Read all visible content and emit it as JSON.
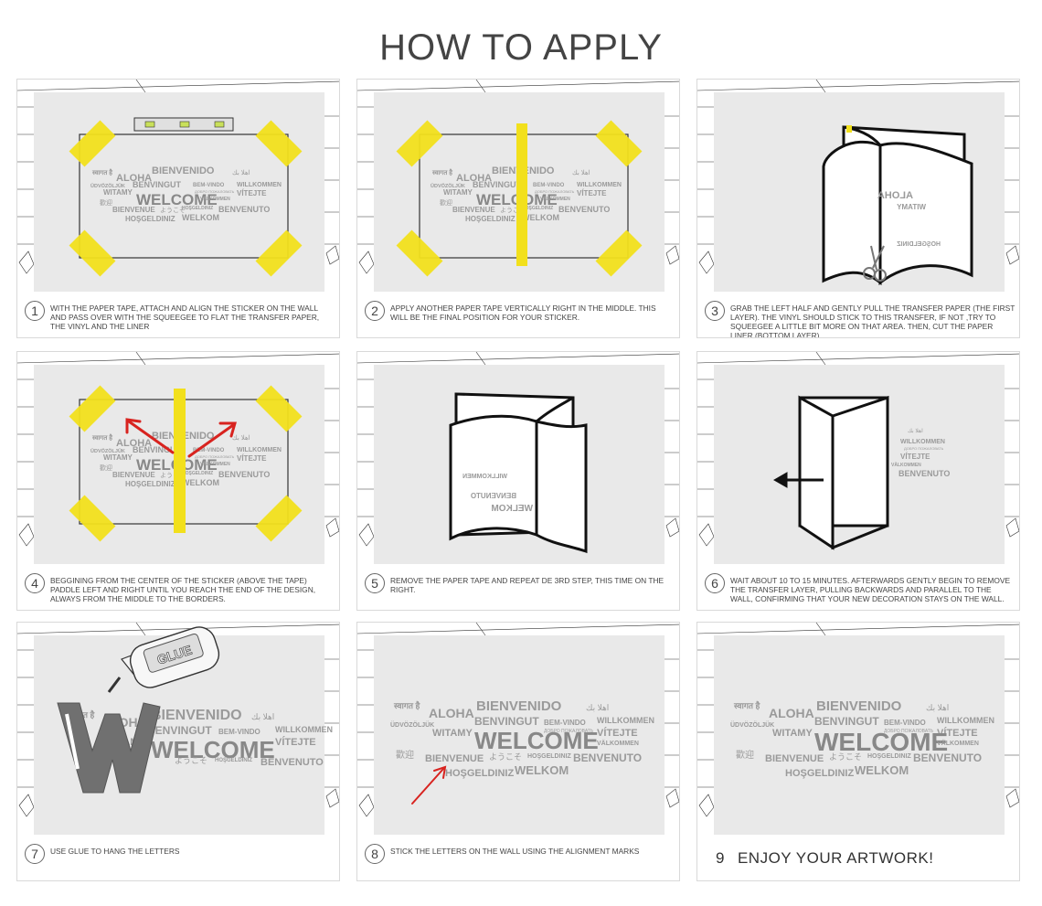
{
  "page": {
    "title": "HOW TO APPLY"
  },
  "words": {
    "hindi": "स्वागत है",
    "aloha": "ALOHA",
    "bienvenido": "BIENVENIDO",
    "arabic": "اهلا بك",
    "udvozoljuk": "ÜDVÖZÖLJÜK",
    "benvingut": "BENVINGUT",
    "bemvindo": "BEM-VINDO",
    "willkommen": "WILLKOMMEN",
    "witamy": "WITAMY",
    "dobro": "ДОБРО ПОЖАЛОВАТЬ",
    "vitejte": "VÍTEJTE",
    "valkommen": "VÄLKOMMEN",
    "welcome": "WELCOME",
    "chinese": "歡迎",
    "bienvenue": "BIENVENUE",
    "japanese": "ようこそ",
    "hosgeldiniz_small": "HOŞGELDINIZ",
    "benvenuto": "BENVENUTO",
    "hosgeldiniz": "HOŞGELDINIZ",
    "welkom": "WELKOM"
  },
  "glue_label": "GLUE",
  "steps": [
    {
      "num": "1",
      "text": "WITH THE PAPER TAPE, ATTACH AND ALIGN THE STICKER ON THE WALL AND PASS OVER WITH THE SQUEEGEE TO FLAT THE TRANSFER PAPER, THE VINYL AND THE LINER"
    },
    {
      "num": "2",
      "text": "APPLY ANOTHER PAPER TAPE VERTICALLY RIGHT IN THE MIDDLE. THIS WILL BE THE FINAL POSITION FOR YOUR STICKER."
    },
    {
      "num": "3",
      "text": "GRAB THE LEFT HALF AND GENTLY PULL THE TRANSFER PAPER (THE FIRST LAYER). THE VINYL SHOULD STICK TO THIS TRANSFER, IF NOT ,TRY TO SQUEEGEE A LITTLE BIT MORE ON THAT AREA. THEN, CUT THE PAPER LINER (BOTTOM LAYER)."
    },
    {
      "num": "4",
      "text": "BEGGINING FROM THE CENTER OF THE STICKER (ABOVE THE TAPE) PADDLE LEFT AND RIGHT UNTIL YOU REACH THE END OF THE DESIGN, ALWAYS FROM THE MIDDLE TO THE BORDERS."
    },
    {
      "num": "5",
      "text": "REMOVE THE PAPER TAPE AND REPEAT DE 3RD STEP, THIS TIME ON THE RIGHT."
    },
    {
      "num": "6",
      "text": "WAIT ABOUT 10 TO 15 MINUTES. AFTERWARDS GENTLY BEGIN TO REMOVE THE TRANSFER LAYER, PULLING BACKWARDS AND PARALLEL TO THE WALL, CONFIRMING THAT YOUR NEW DECORATION STAYS ON THE WALL."
    },
    {
      "num": "7",
      "text": "USE GLUE TO HANG THE LETTERS"
    },
    {
      "num": "8",
      "text": "STICK THE LETTERS ON THE WALL USING THE ALIGNMENT MARKS"
    },
    {
      "num": "9",
      "text": "ENJOY YOUR ARTWORK!"
    }
  ],
  "colors": {
    "tape": "#f2e01c",
    "wall": "#e9e9e9",
    "word": "#9a9a9a",
    "welcome": "#888888",
    "arrow_red": "#d8231f",
    "title": "#444444"
  }
}
